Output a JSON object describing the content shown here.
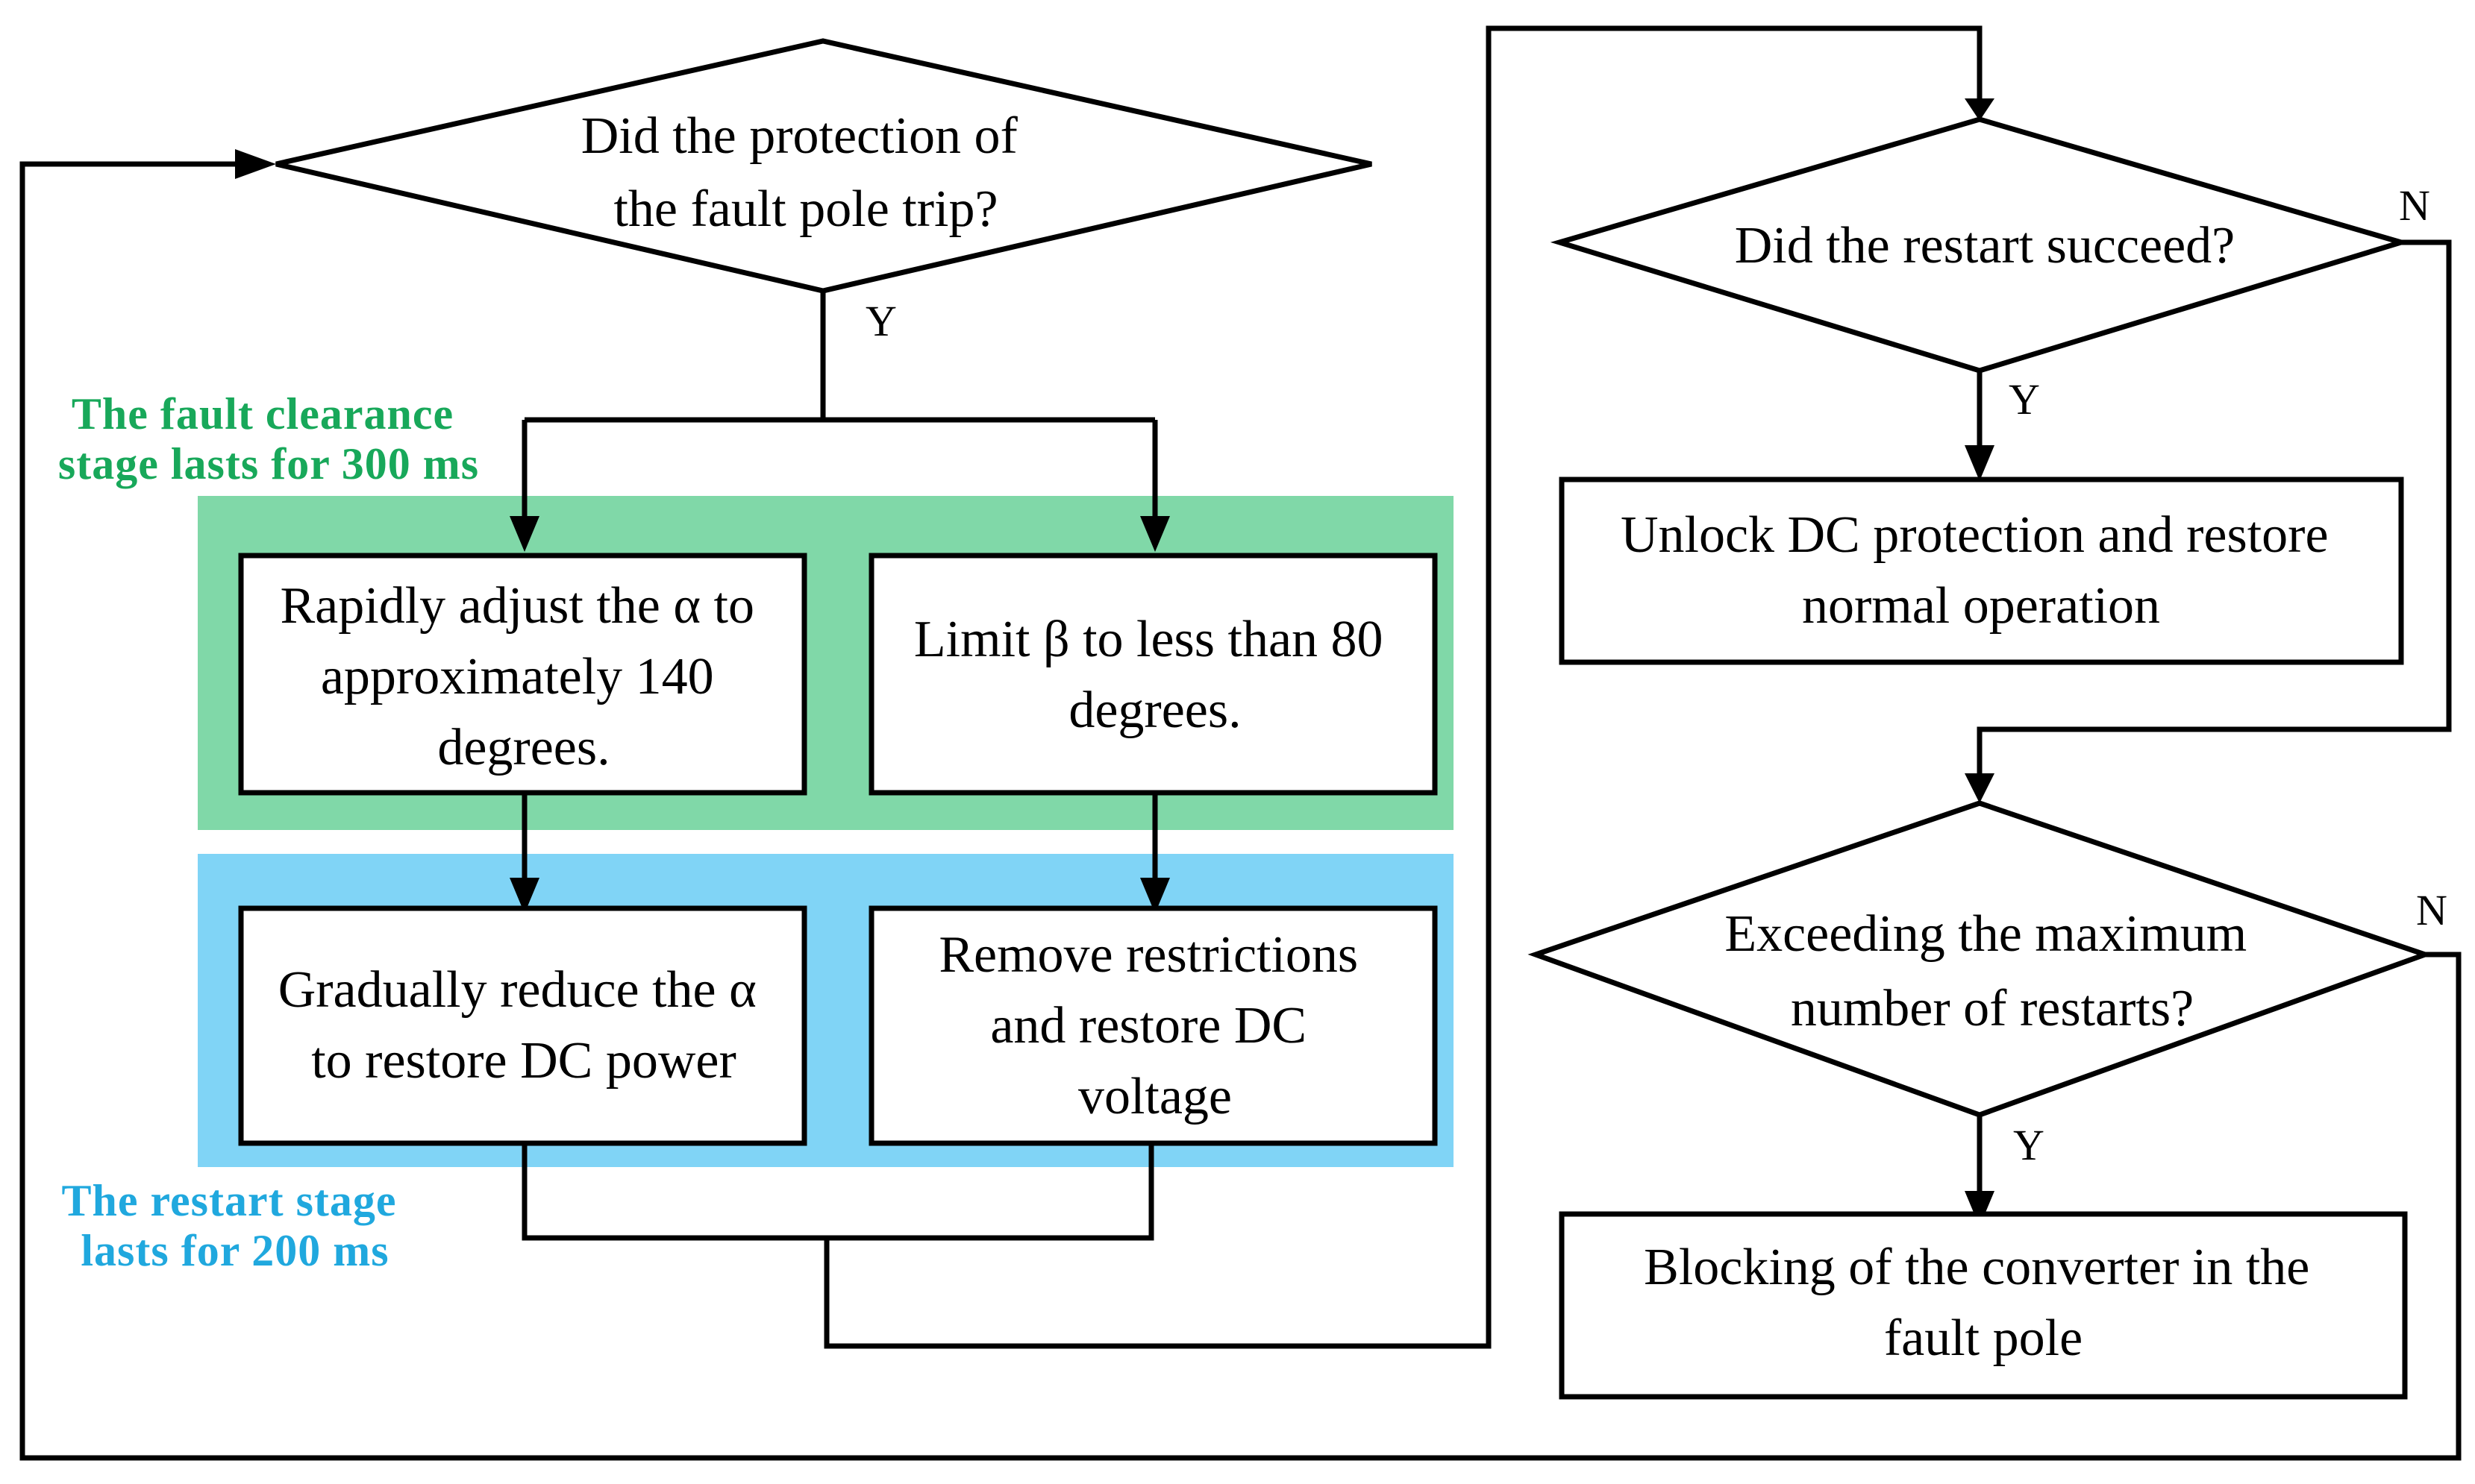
{
  "colors": {
    "fault_stage_fill": "#80D8A8",
    "restart_stage_fill": "#80D4F6",
    "fault_stage_label": "#18A85A",
    "restart_stage_label": "#20A8DE",
    "line": "#000000"
  },
  "stages": {
    "fault_clearance": [
      "The fault clearance",
      "stage lasts for 300 ms"
    ],
    "restart": [
      "The restart stage",
      "lasts for 200 ms"
    ]
  },
  "decisions": {
    "protection_trip": [
      "Did the protection of",
      "the fault pole trip?"
    ],
    "restart_succeed": [
      "Did the restart succeed?"
    ],
    "max_restarts": [
      "Exceeding the maximum",
      "number of restarts?"
    ]
  },
  "processes": {
    "adjust_alpha": [
      "Rapidly adjust the α to",
      "approximately 140",
      "degrees."
    ],
    "limit_beta": [
      "Limit β to less than 80",
      "degrees."
    ],
    "reduce_alpha": [
      "Gradually reduce the α",
      "to restore DC power"
    ],
    "remove_restrictions": [
      "Remove restrictions",
      "and restore DC",
      "voltage"
    ],
    "unlock_protection": [
      "Unlock DC protection and restore",
      "normal operation"
    ],
    "block_converter": [
      "Blocking of the converter in the",
      "fault pole"
    ]
  },
  "branch_labels": {
    "trip_yes": "Y",
    "succeed_yes": "Y",
    "succeed_no": "N",
    "max_yes": "Y",
    "max_no": "N"
  }
}
